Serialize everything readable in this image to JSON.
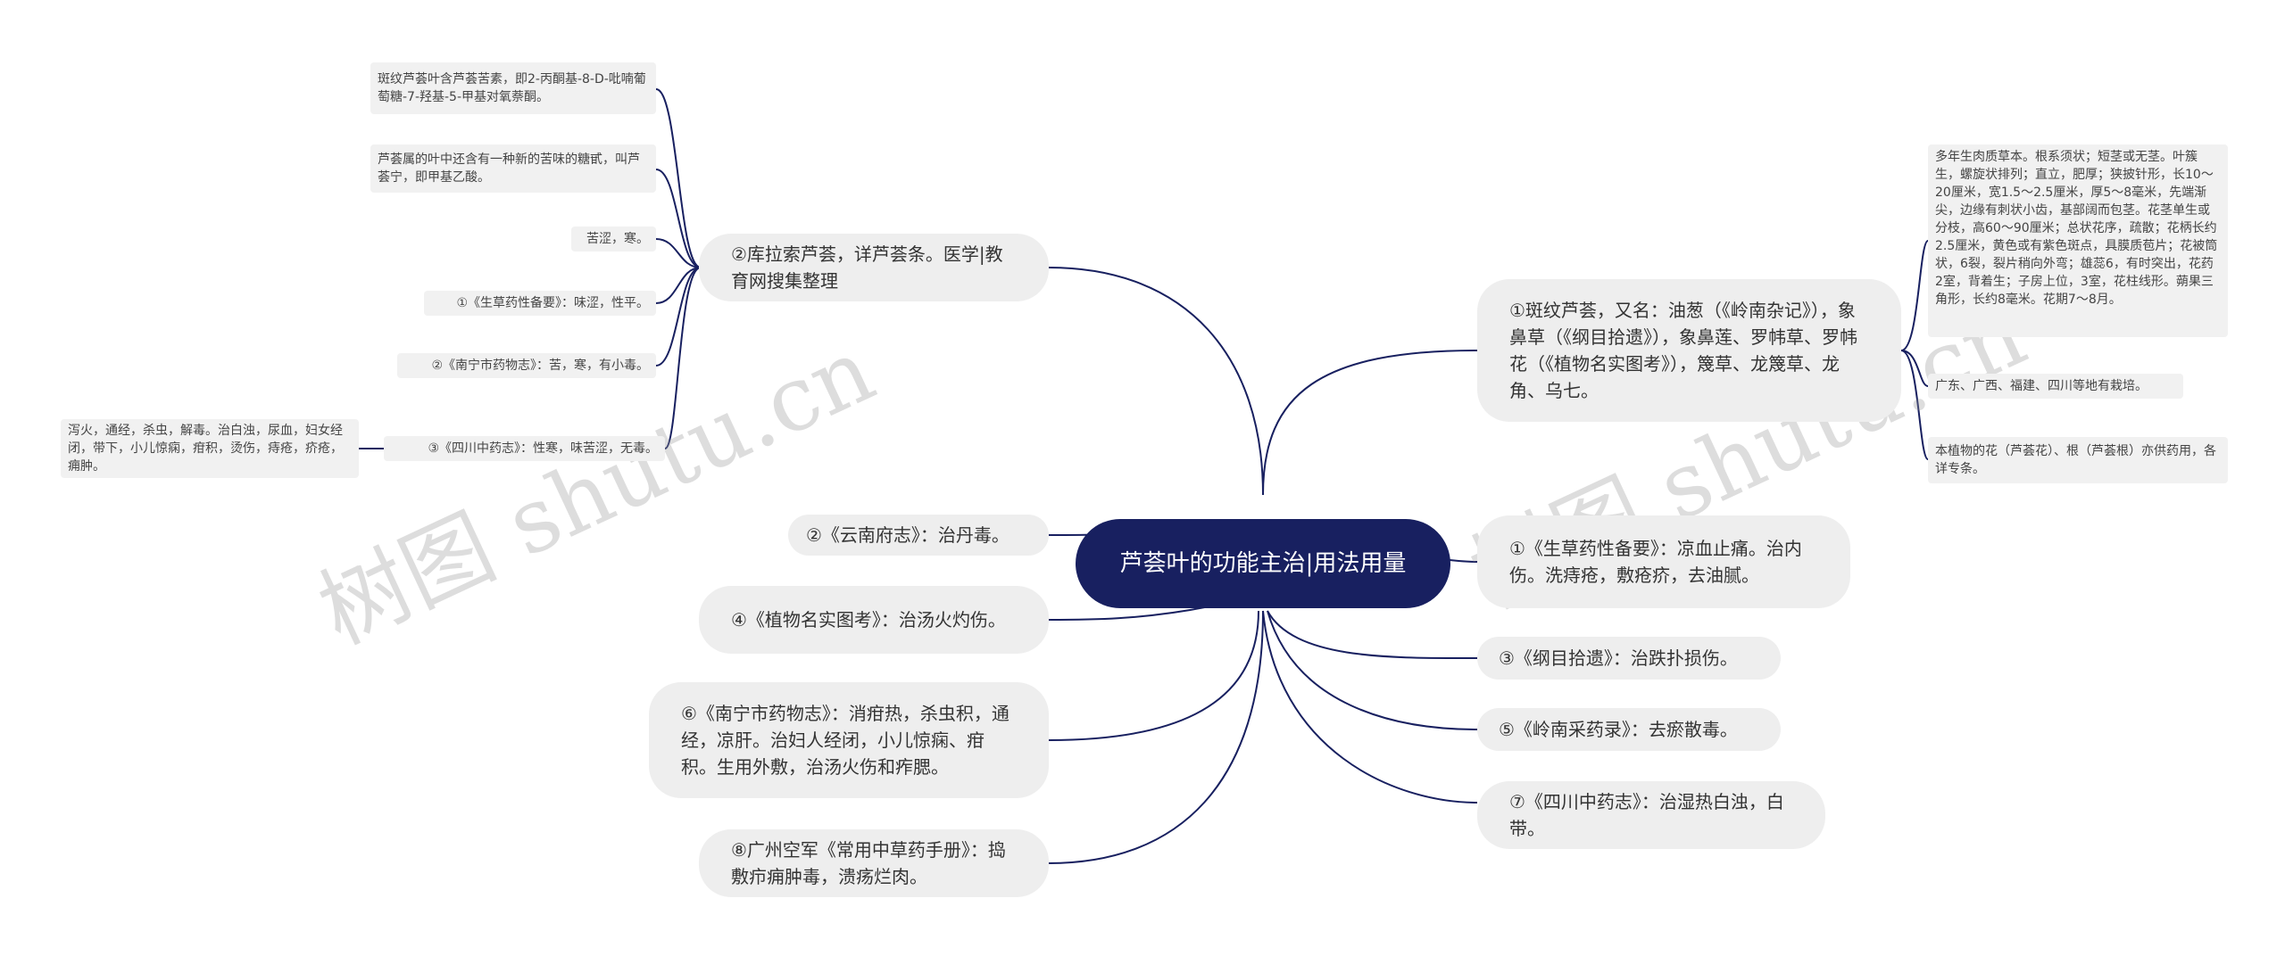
{
  "colors": {
    "root_bg": "#182060",
    "line": "#182060",
    "node_bg": "#eeeeee"
  },
  "root": {
    "text": "芦荟叶的功能主治|用法用量"
  },
  "left": [
    "②库拉索芦荟，详芦荟条。医学|教育网搜集整理",
    "②《云南府志》：治丹毒。",
    "④《植物名实图考》：治汤火灼伤。",
    "⑥《南宁市药物志》：消疳热，杀虫积，通经，凉肝。治妇人经闭，小儿惊痫、疳积。生用外敷，治汤火伤和痄腮。",
    "⑧广州空军《常用中草药手册》：捣敷疖痈肿毒，溃疡烂肉。"
  ],
  "right": [
    "①斑纹芦荟，又名：油葱（《岭南杂记》），象鼻草（《纲目拾遗》），象鼻莲、罗帏草、罗帏花（《植物名实图考》），篾草、龙篾草、龙角、乌七。",
    "①《生草药性备要》：凉血止痛。治内伤。洗痔疮，敷疮疥，去油腻。",
    "③《纲目拾遗》：治跌扑损伤。",
    "⑤《岭南采药录》：去瘀散毒。",
    "⑦《四川中药志》：治湿热白浊，白带。"
  ],
  "left_leaves": [
    "斑纹芦荟叶含芦荟苦素，即2-丙酮基-8-D-吡喃葡萄糖-7-羟基-5-甲基对氧萘酮。",
    "芦荟属的叶中还含有一种新的苦味的糖甙，叫芦荟宁，即甲基乙酸。",
    "苦涩，寒。",
    "①《生草药性备要》：味涩，性平。",
    "②《南宁市药物志》：苦，寒，有小毒。",
    "③《四川中药志》：性寒，味苦涩，无毒。"
  ],
  "far_left_leaf": "泻火，通经，杀虫，解毒。治白浊，尿血，妇女经闭，带下，小儿惊痫，疳积，烫伤，痔疮，疥疮，痈肿。",
  "right_leaves": [
    "多年生肉质草本。根系须状；短茎或无茎。叶簇生，螺旋状排列；直立，肥厚；狭披针形，长10～20厘米，宽1.5～2.5厘米，厚5～8毫米，先端渐尖，边缘有刺状小齿，基部阔而包茎。花茎单生或分枝，高60～90厘米；总状花序，疏散；花柄长约2.5厘米，黄色或有紫色斑点，具膜质苞片；花被筒状，6裂，裂片稍向外弯；雄蕊6，有时突出，花药2室，背着生；子房上位，3室，花柱线形。蒴果三角形，长约8毫米。花期7～8月。",
    "广东、广西、福建、四川等地有栽培。",
    "本植物的花（芦荟花）、根（芦荟根）亦供药用，各详专条。"
  ],
  "watermarks": [
    "树图 shutu.cn",
    "树图 shutu.cn"
  ]
}
